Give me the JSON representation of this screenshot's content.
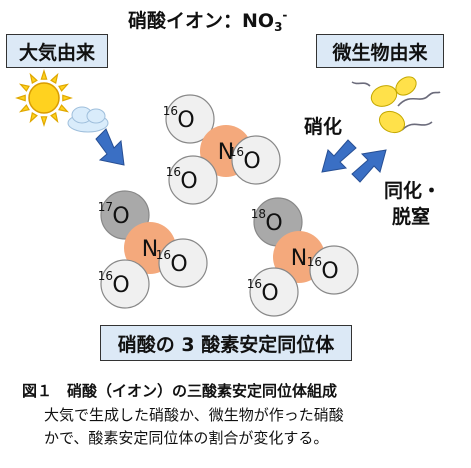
{
  "title": {
    "text": "硝酸イオン：NO",
    "subscript": "3",
    "superscript": "-"
  },
  "sources": {
    "atmospheric": "大気由来",
    "microbial": "微生物由来"
  },
  "processes": {
    "nitrification": "硝化",
    "assimilation_line1": "同化・",
    "assimilation_line2": "脱窒"
  },
  "bottom_label": "硝酸の 3 酸素安定同位体",
  "molecules": [
    {
      "name": "nitrate-top",
      "center": "N",
      "oxygens": [
        {
          "mass": "16",
          "symbol": "O",
          "style": "light"
        },
        {
          "mass": "16",
          "symbol": "O",
          "style": "light"
        },
        {
          "mass": "16",
          "symbol": "O",
          "style": "light"
        }
      ]
    },
    {
      "name": "nitrate-left",
      "center": "N",
      "oxygens": [
        {
          "mass": "17",
          "symbol": "O",
          "style": "dark"
        },
        {
          "mass": "16",
          "symbol": "O",
          "style": "light"
        },
        {
          "mass": "16",
          "symbol": "O",
          "style": "light"
        }
      ]
    },
    {
      "name": "nitrate-right",
      "center": "N",
      "oxygens": [
        {
          "mass": "18",
          "symbol": "O",
          "style": "dark"
        },
        {
          "mass": "16",
          "symbol": "O",
          "style": "light"
        },
        {
          "mass": "16",
          "symbol": "O",
          "style": "light"
        }
      ]
    }
  ],
  "caption": {
    "title": "図１　硝酸（イオン）の三酸素安定同位体組成",
    "line1": "大気で生成した硝酸か、微生物が作った硝酸",
    "line2": "かで、酸素安定同位体の割合が変化する。"
  },
  "colors": {
    "box_fill": "#dce9f6",
    "nitrogen": "#f4a97c",
    "oxygen_light": "#f0f0f0",
    "oxygen_dark": "#a9a9a9",
    "arrow": "#3a6fc4",
    "sun": "#ffd21f",
    "cloud": "#d9ecfb",
    "microbe": "#ffe14a"
  },
  "icons": {
    "sun": "sun-icon",
    "cloud": "cloud-icon",
    "microbes": "microbe-icon"
  }
}
